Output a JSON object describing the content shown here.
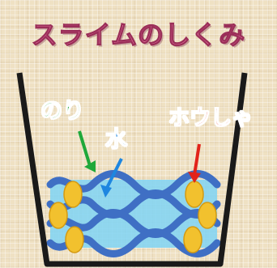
{
  "title": "スライムのしくみ",
  "labels": {
    "glue": "のり",
    "water": "水",
    "borax": "ホウしゃ"
  },
  "colors": {
    "title": "#f07aa6",
    "glue": "#1fa83a",
    "water": "#1e86e0",
    "borax": "#e2231a",
    "polymer_chain": "#3f6fc4",
    "borax_particle": "#f2c12e",
    "water_fill": "#7fd4f5",
    "cup_outline": "#1a1a1a"
  },
  "icons": [
    "cup",
    "polymer-chain",
    "borax-particle",
    "arrow"
  ]
}
